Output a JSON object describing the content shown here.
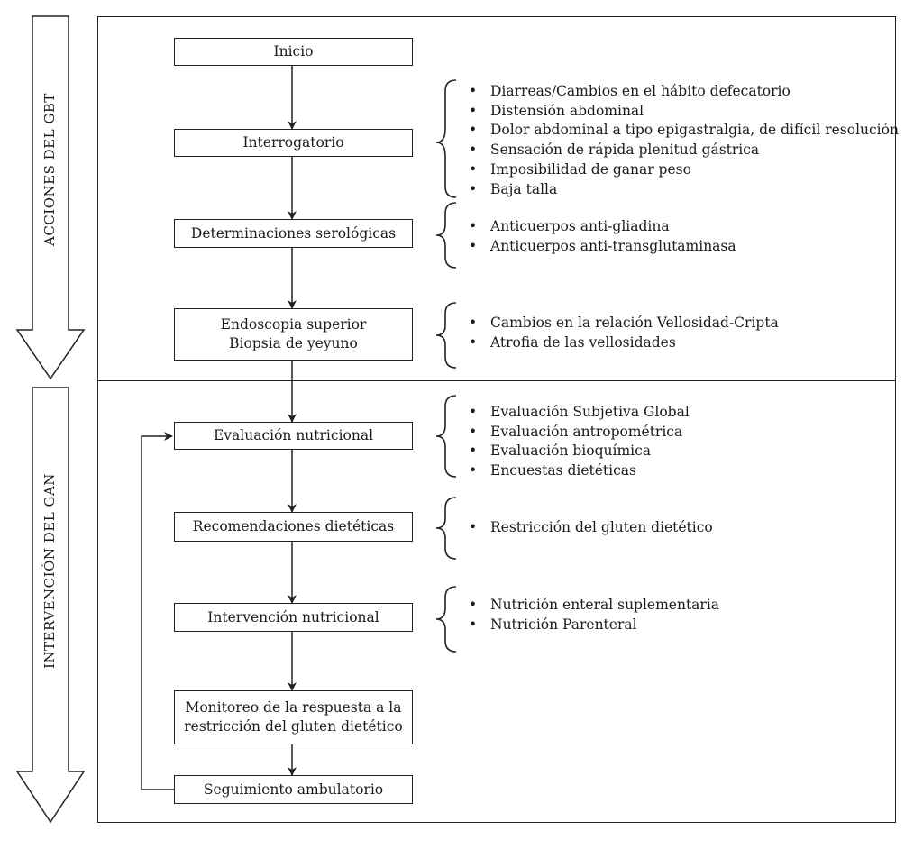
{
  "sections": {
    "top_label": "ACCIONES DEL GBT",
    "bottom_label": "INTERVENCIÓN DEL GAN"
  },
  "steps": {
    "inicio": "Inicio",
    "interrogatorio": "Interrogatorio",
    "serologicas": "Determinaciones serológicas",
    "endoscopia_line1": "Endoscopia superior",
    "endoscopia_line2": "Biopsia de yeyuno",
    "evaluacion": "Evaluación nutricional",
    "recomendaciones": "Recomendaciones dietéticas",
    "intervencion": "Intervención nutricional",
    "monitoreo_line1": "Monitoreo de la respuesta a la",
    "monitoreo_line2": "restricción del gluten dietético",
    "seguimiento": "Seguimiento ambulatorio"
  },
  "details": {
    "interrogatorio": [
      "Diarreas/Cambios en el hábito defecatorio",
      "Distensión abdominal",
      "Dolor abdominal a tipo epigastralgia, de difícil resolución",
      "Sensación de rápida plenitud gástrica",
      "Imposibilidad de ganar peso",
      "Baja talla"
    ],
    "serologicas": [
      "Anticuerpos anti-gliadina",
      "Anticuerpos anti-transglutaminasa"
    ],
    "endoscopia": [
      "Cambios en la relación Vellosidad-Cripta",
      "Atrofia de las vellosidades"
    ],
    "evaluacion": [
      "Evaluación Subjetiva Global",
      "Evaluación antropométrica",
      "Evaluación bioquímica",
      "Encuestas dietéticas"
    ],
    "recomendaciones": [
      "Restricción del gluten dietético"
    ],
    "intervencion": [
      "Nutrición enteral suplementaria",
      "Nutrición Parenteral"
    ]
  }
}
